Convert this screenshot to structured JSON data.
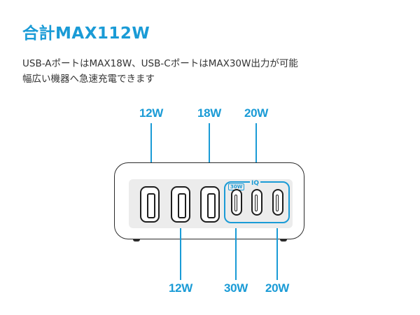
{
  "header": {
    "title": "合計MAX112W",
    "description_line1": "USB-AポートはMAX18W、USB-CポートはMAX30W出力が可能",
    "description_line2": "幅広い機器へ急速充電できます"
  },
  "diagram": {
    "top_labels": [
      "12W",
      "18W",
      "20W"
    ],
    "bottom_labels": [
      "12W",
      "30W",
      "20W"
    ],
    "badge_30w": "30W",
    "badge_iq": "IQ",
    "accent_color": "#1a9bd6"
  }
}
